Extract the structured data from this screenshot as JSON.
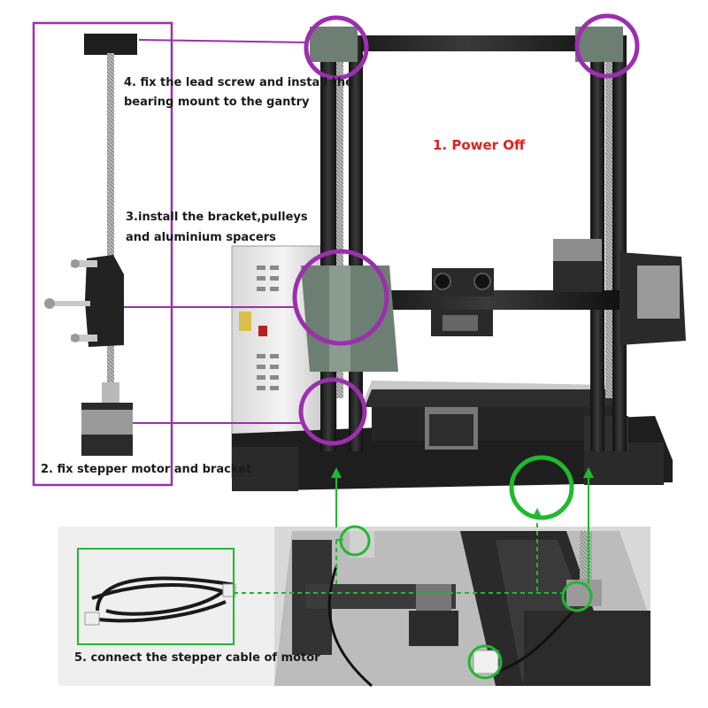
{
  "steps": {
    "power_off": "1. Power Off",
    "stepper_motor": "2. fix stepper motor and bracket",
    "bracket_line1": "3.install the bracket,pulleys",
    "bracket_line2": "and aluminium spacers",
    "lead_screw_line1": "4. fix the lead screw and install the",
    "lead_screw_line2": "bearing mount to the gantry",
    "connect_cable": "5. connect the stepper cable of motor"
  },
  "colors": {
    "purple": "#9b2fae",
    "green": "#1fb92e",
    "red": "#e02020",
    "frame": "#1b1b1b"
  }
}
